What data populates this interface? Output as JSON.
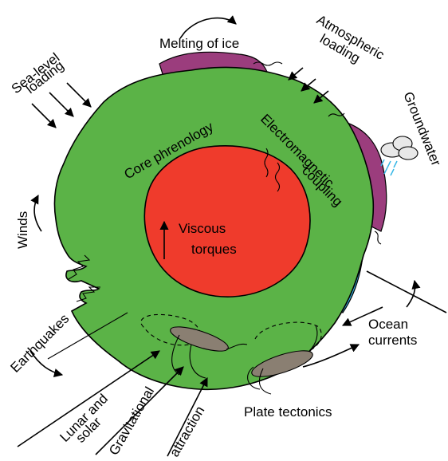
{
  "colors": {
    "mantle": "#5bb347",
    "core": "#ef3b2c",
    "ocean": "#35b6e6",
    "atmosphere": "#9b3d7d",
    "outline": "#000000",
    "cloud": "#e8e8e8",
    "rain": "#35b6e6"
  },
  "labels": {
    "melting_of_ice": "Melting of ice",
    "atmospheric_line1": "Atmospheric",
    "atmospheric_line2": "loading",
    "sea_level_line1": "Sea-level",
    "sea_level_line2": "loading",
    "groundwater": "Groundwater",
    "core_phrenology": "Core phrenology",
    "electromagnetic_line1": "Electromagnetic",
    "electromagnetic_line2": "coupling",
    "winds": "Winds",
    "viscous_line1": "Viscous",
    "viscous_line2": "torques",
    "earthquakes": "Earthquakes",
    "ocean_line1": "Ocean",
    "ocean_line2": "currents",
    "lunar_line1": "Lunar and",
    "lunar_line2": "solar",
    "gravitational_line1": "Gravitational",
    "gravitational_line2": "attraction",
    "plate_tectonics": "Plate tectonics"
  }
}
